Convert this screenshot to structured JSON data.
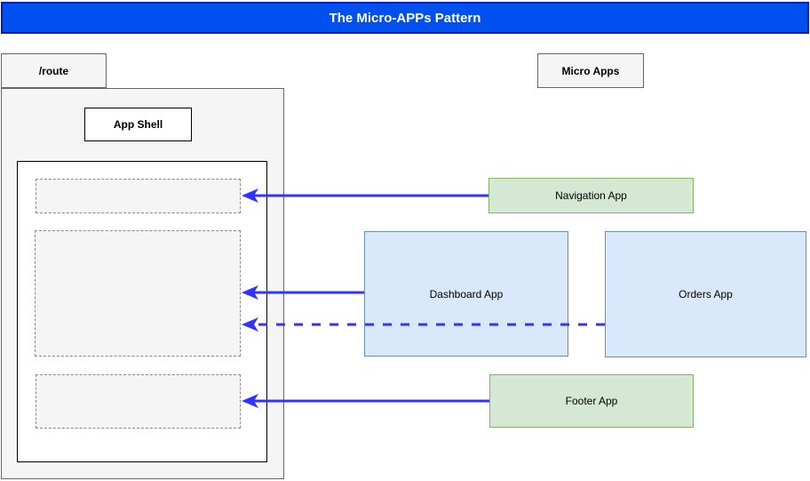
{
  "diagram": {
    "title": "The Micro-APPs Pattern",
    "route_label": "/route",
    "app_shell_label": "App Shell",
    "micro_apps_label": "Micro Apps",
    "apps": {
      "navigation": "Navigation App",
      "dashboard": "Dashboard App",
      "orders": "Orders App",
      "footer": "Footer App"
    },
    "connections": [
      {
        "from": "Navigation App",
        "to": "App Shell header slot",
        "style": "solid-arrow"
      },
      {
        "from": "Dashboard App",
        "to": "App Shell main slot",
        "style": "solid-arrow"
      },
      {
        "from": "Orders App",
        "to": "App Shell main slot",
        "style": "dashed-arrow"
      },
      {
        "from": "Footer App",
        "to": "App Shell footer slot",
        "style": "solid-arrow"
      }
    ],
    "colors": {
      "header_fill": "#0050ef",
      "header_border": "#001dbc",
      "arrow": "#3333ff",
      "green_fill": "#d5e8d4",
      "green_border": "#82b366",
      "blue_fill": "#dae8fc",
      "blue_border": "#6c8ebf",
      "container_fill": "#f5f5f5",
      "container_border": "#666666",
      "placeholder_border": "#8a8a8a"
    }
  }
}
